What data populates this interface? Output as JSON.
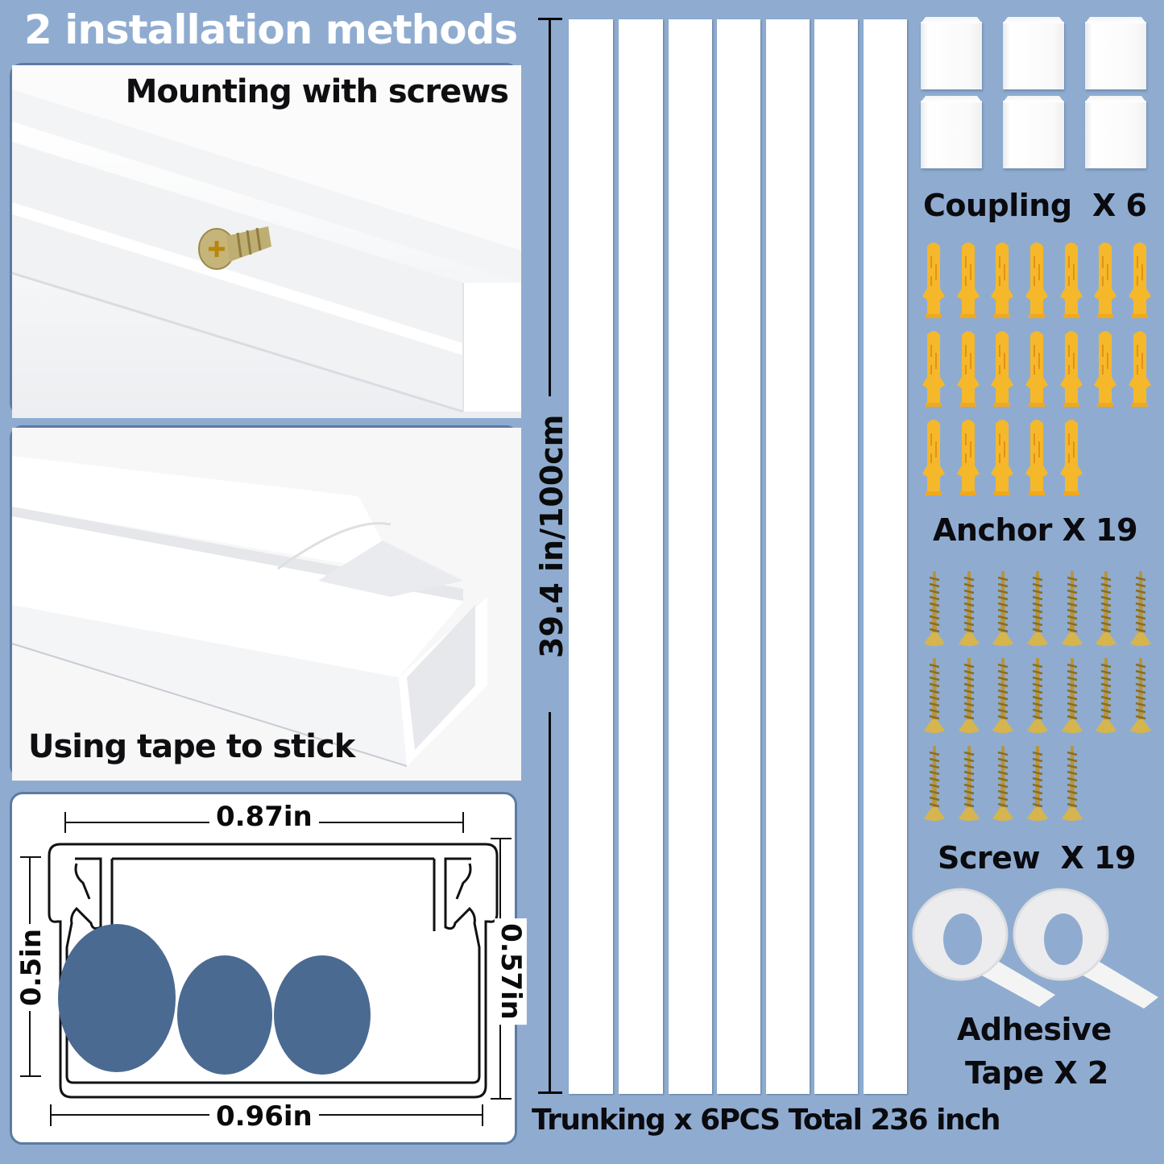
{
  "header": {
    "title": "2 installation methods"
  },
  "panels": {
    "screws": {
      "label": "Mounting with screws"
    },
    "tape": {
      "label": "Using tape to stick"
    },
    "diagram": {
      "top_width": "0.87in",
      "bottom_width": "0.96in",
      "left_height": "0.5in",
      "right_height": "0.57in",
      "cable_color": "#4b6a91"
    }
  },
  "trunking": {
    "length_label": "39.4 in/100cm",
    "strip_count": 7,
    "caption": "Trunking x 6PCS Total 236 inch"
  },
  "accessories": [
    {
      "name": "Coupling",
      "label": "Coupling  X 6",
      "count": 6
    },
    {
      "name": "Anchor",
      "label": "Anchor X 19",
      "count": 19,
      "color": "#f5b82a"
    },
    {
      "name": "Screw",
      "label": "Screw  X 19",
      "count": 19,
      "color": "#c9a443"
    },
    {
      "name": "Adhesive Tape",
      "label_line1": "Adhesive",
      "label_line2": "Tape X 2",
      "count": 2
    }
  ],
  "colors": {
    "background": "#8facd0",
    "panel_border": "#5d7aa3",
    "text_dark": "#0a0a0f",
    "title_text": "#ffffff"
  }
}
